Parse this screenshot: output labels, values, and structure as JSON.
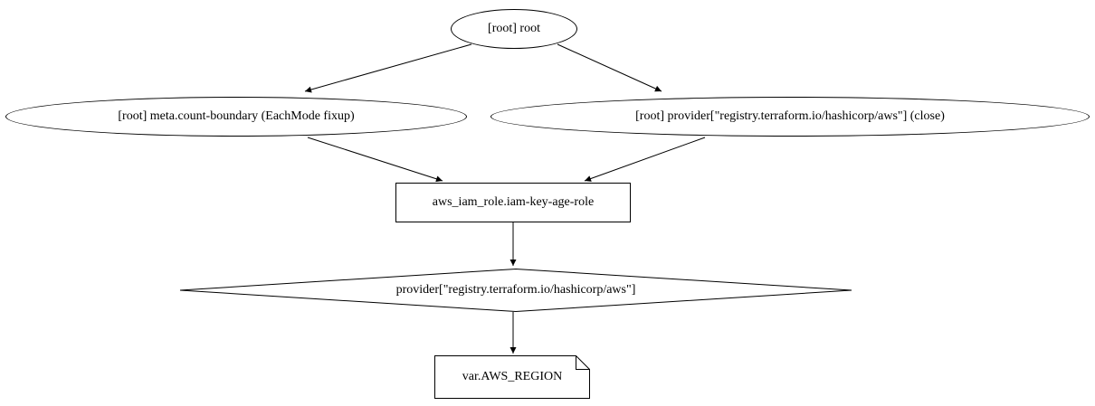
{
  "diagram": {
    "type": "directed-graph",
    "renderer_style": "graphviz",
    "background_color": "#ffffff",
    "node_fill_color": "#ffffff",
    "stroke_color": "#000000",
    "text_color": "#000000",
    "nodes": [
      {
        "id": "root",
        "shape": "ellipse",
        "label": "[root] root"
      },
      {
        "id": "count-boundary",
        "shape": "ellipse",
        "label": "[root] meta.count-boundary (EachMode fixup)"
      },
      {
        "id": "provider-close",
        "shape": "ellipse",
        "label": "[root] provider[\"registry.terraform.io/hashicorp/aws\"] (close)"
      },
      {
        "id": "iam-role",
        "shape": "box",
        "label": "aws_iam_role.iam-key-age-role"
      },
      {
        "id": "provider",
        "shape": "diamond",
        "label": "provider[\"registry.terraform.io/hashicorp/aws\"]"
      },
      {
        "id": "var-aws-region",
        "shape": "note",
        "label": "var.AWS_REGION"
      }
    ],
    "edges": [
      {
        "from": "root",
        "to": "count-boundary"
      },
      {
        "from": "root",
        "to": "provider-close"
      },
      {
        "from": "count-boundary",
        "to": "iam-role"
      },
      {
        "from": "provider-close",
        "to": "iam-role"
      },
      {
        "from": "iam-role",
        "to": "provider"
      },
      {
        "from": "provider",
        "to": "var-aws-region"
      }
    ]
  }
}
